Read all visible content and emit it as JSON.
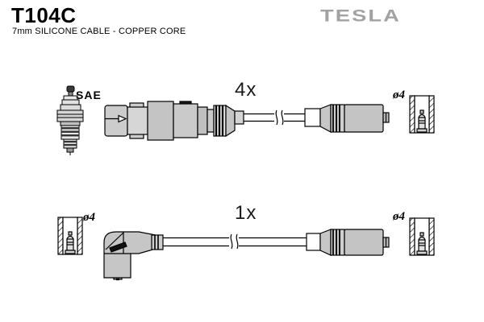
{
  "header": {
    "part_number": "T104C",
    "subtitle": "7mm SILICONE CABLE - COPPER CORE",
    "brand_logo": "TESLA"
  },
  "rows": {
    "straight_set": {
      "quantity_label": "4x",
      "plug_standard_label": "SAE",
      "terminal_diameter_label": "ø4"
    },
    "angled_set": {
      "quantity_label": "1x",
      "terminal_diameter_label_left": "ø4",
      "terminal_diameter_label_right": "ø4"
    }
  },
  "icons": {
    "spark_plug": "spark-plug-icon",
    "terminal_cross_section": "terminal-cross-section-icon",
    "cable_break": "cable-break-mark",
    "straight_boot": "straight-plug-boot",
    "angled_boot": "angled-plug-boot",
    "distributor_boot": "distributor-end-boot"
  },
  "colors": {
    "background": "#ffffff",
    "outline": "#000000",
    "boot_gray": "#c6c6c6",
    "logo_gray": "#a2a2a2",
    "stripe_black": "#111111"
  }
}
